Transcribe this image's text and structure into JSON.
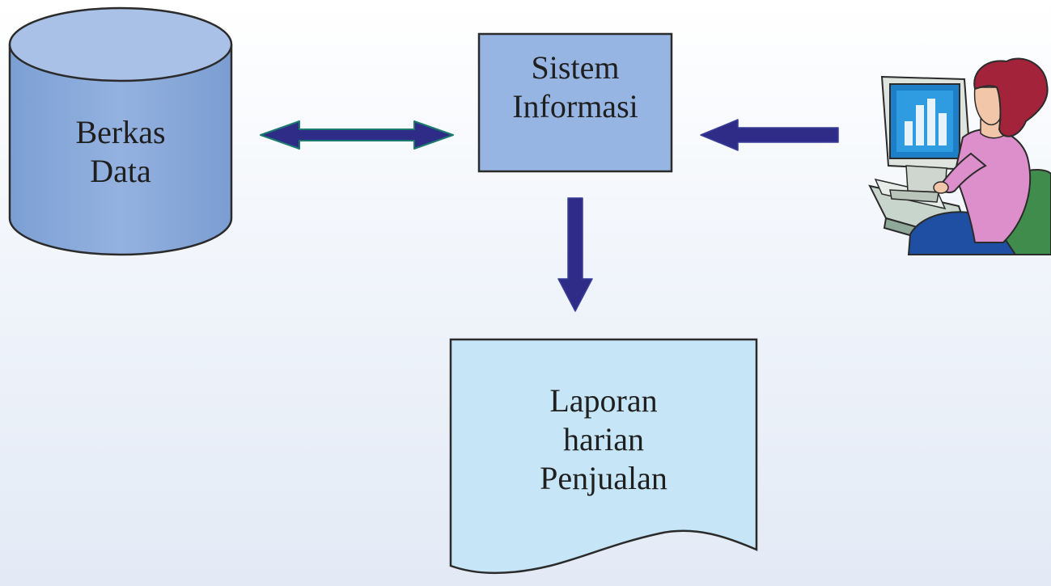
{
  "nodes": {
    "database": {
      "lines": [
        "Berkas",
        "Data"
      ]
    },
    "system": {
      "lines": [
        "Sistem",
        "Informasi"
      ]
    },
    "report": {
      "lines": [
        "Laporan",
        "harian",
        "Penjualan"
      ]
    },
    "user": {
      "icon": "user-at-computer-icon"
    }
  },
  "edges": [
    {
      "from": "database",
      "to": "system",
      "direction": "both"
    },
    {
      "from": "user",
      "to": "system",
      "direction": "forward"
    },
    {
      "from": "system",
      "to": "report",
      "direction": "forward"
    }
  ],
  "colors": {
    "database_fill": "#8eaedd",
    "database_top": "#a9c1e6",
    "system_fill": "#96b5e3",
    "report_fill": "#c6e6f7",
    "outline": "#2b2b2b",
    "arrow": "#2e2c86",
    "arrow_edge": "#1c7a70"
  }
}
